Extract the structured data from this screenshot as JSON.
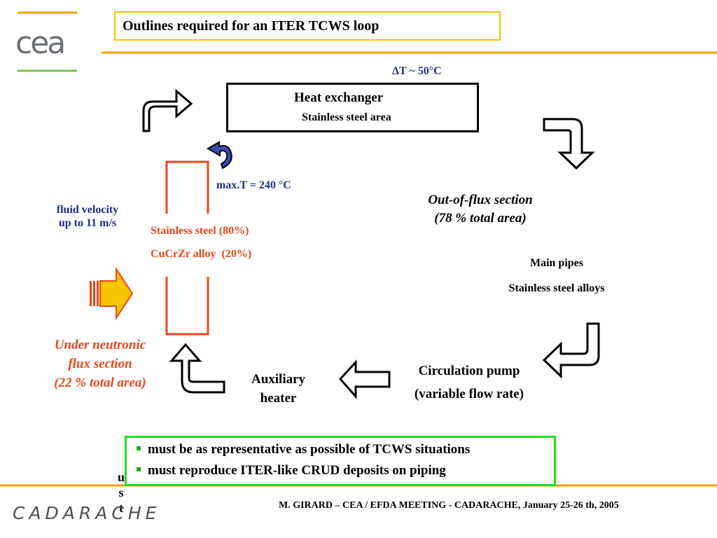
{
  "slide": {
    "title": "Outlines required for an ITER TCWS loop",
    "delta_t": "ΔT ~ 50°C",
    "heat_exchanger": {
      "title": "Heat exchanger",
      "subtitle": "Stainless steel area"
    },
    "max_temp": "max.T = 240 °C",
    "fluid_velocity": {
      "line1": "fluid velocity",
      "line2": "up to 11 m/s"
    },
    "materials": {
      "line1": "Stainless steel (80%)",
      "line2": "CuCrZr alloy  (20%)"
    },
    "out_of_flux": {
      "line1": "Out-of-flux section",
      "line2": "(78 % total area)"
    },
    "main_pipes": {
      "line1": "Main pipes",
      "line2": "Stainless steel alloys"
    },
    "under_neutronic": {
      "line1": "Under neutronic",
      "line2": "flux section",
      "line3": "(22 % total area)"
    },
    "auxiliary_heater": {
      "line1": "Auxiliary",
      "line2": "heater"
    },
    "circulation_pump": {
      "line1": "Circulation pump",
      "line2": "(variable flow rate)"
    },
    "bullets": [
      "must be as representative as possible of TCWS situations",
      "must reproduce ITER-like CRUD deposits on piping"
    ],
    "stray_text": "u\ns\nt",
    "footer": "M. GIRARD – CEA / EFDA MEETING - CADARACHE, January 25-26 th, 2005",
    "logo_top": "cea",
    "logo_bottom": "CADARACHE"
  },
  "colors": {
    "accent_orange": "#f2a000",
    "title_border": "#f2c200",
    "green": "#7cc242",
    "navy": "#1f2e8c",
    "red_orange": "#e8461a",
    "bullet_border": "#22dd22"
  }
}
